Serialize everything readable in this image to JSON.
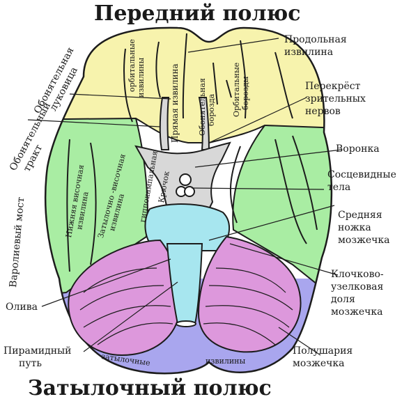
{
  "titles": {
    "top": "Передний полюс",
    "bottom": "Затылочный полюс"
  },
  "labels_right": {
    "longitudinal": [
      "Продольная",
      "извилина"
    ],
    "chiasm": [
      "Перекрёст",
      "зрительных",
      "нервов"
    ],
    "infundibulum": [
      "Воронка"
    ],
    "mammillary": [
      "Сосцевидные",
      "тела"
    ],
    "middle_peduncle": [
      "Средняя",
      "ножка",
      "мозжечка"
    ],
    "flocculonodular": [
      "Клочково-",
      "узелковая",
      "доля",
      "мозжечка"
    ],
    "hemispheres": [
      "Полушария",
      "мозжечка"
    ]
  },
  "labels_left": {
    "olfactory_bulb": [
      "Обонятельная",
      "луковица"
    ],
    "olfactory_tract": [
      "Обонятельный",
      "тракт"
    ],
    "pons": "Варолиевый мост",
    "olive": "Олива",
    "pyramidal": [
      "Пирамидный",
      "путь"
    ]
  },
  "inner_labels": {
    "orbital_gyri": [
      "орбитальные",
      "извилины"
    ],
    "straight_gyrus": "Прямая извилина",
    "olfactory_groove": [
      "Обонятельная",
      "борозда"
    ],
    "orbital_grooves": [
      "Орбитальные",
      "борозды"
    ],
    "lower_temporal": [
      "Нижняя височная",
      "извилина"
    ],
    "occipitotemporal": [
      "Затылочно -височная",
      "извилина"
    ],
    "hippocampal": "гиппокампальная",
    "uncus": "Крючок",
    "occipital_left": "затылочные",
    "occipital_right": "извилины"
  },
  "colors": {
    "frontal": "#f7f3ad",
    "temporal": "#a9eda3",
    "occipital": "#a9a6ee",
    "cerebellum": "#dd98dc",
    "brainstem": "#a7e6ef",
    "midbrain": "#d8d8d8",
    "outline": "#1c1c1c"
  }
}
